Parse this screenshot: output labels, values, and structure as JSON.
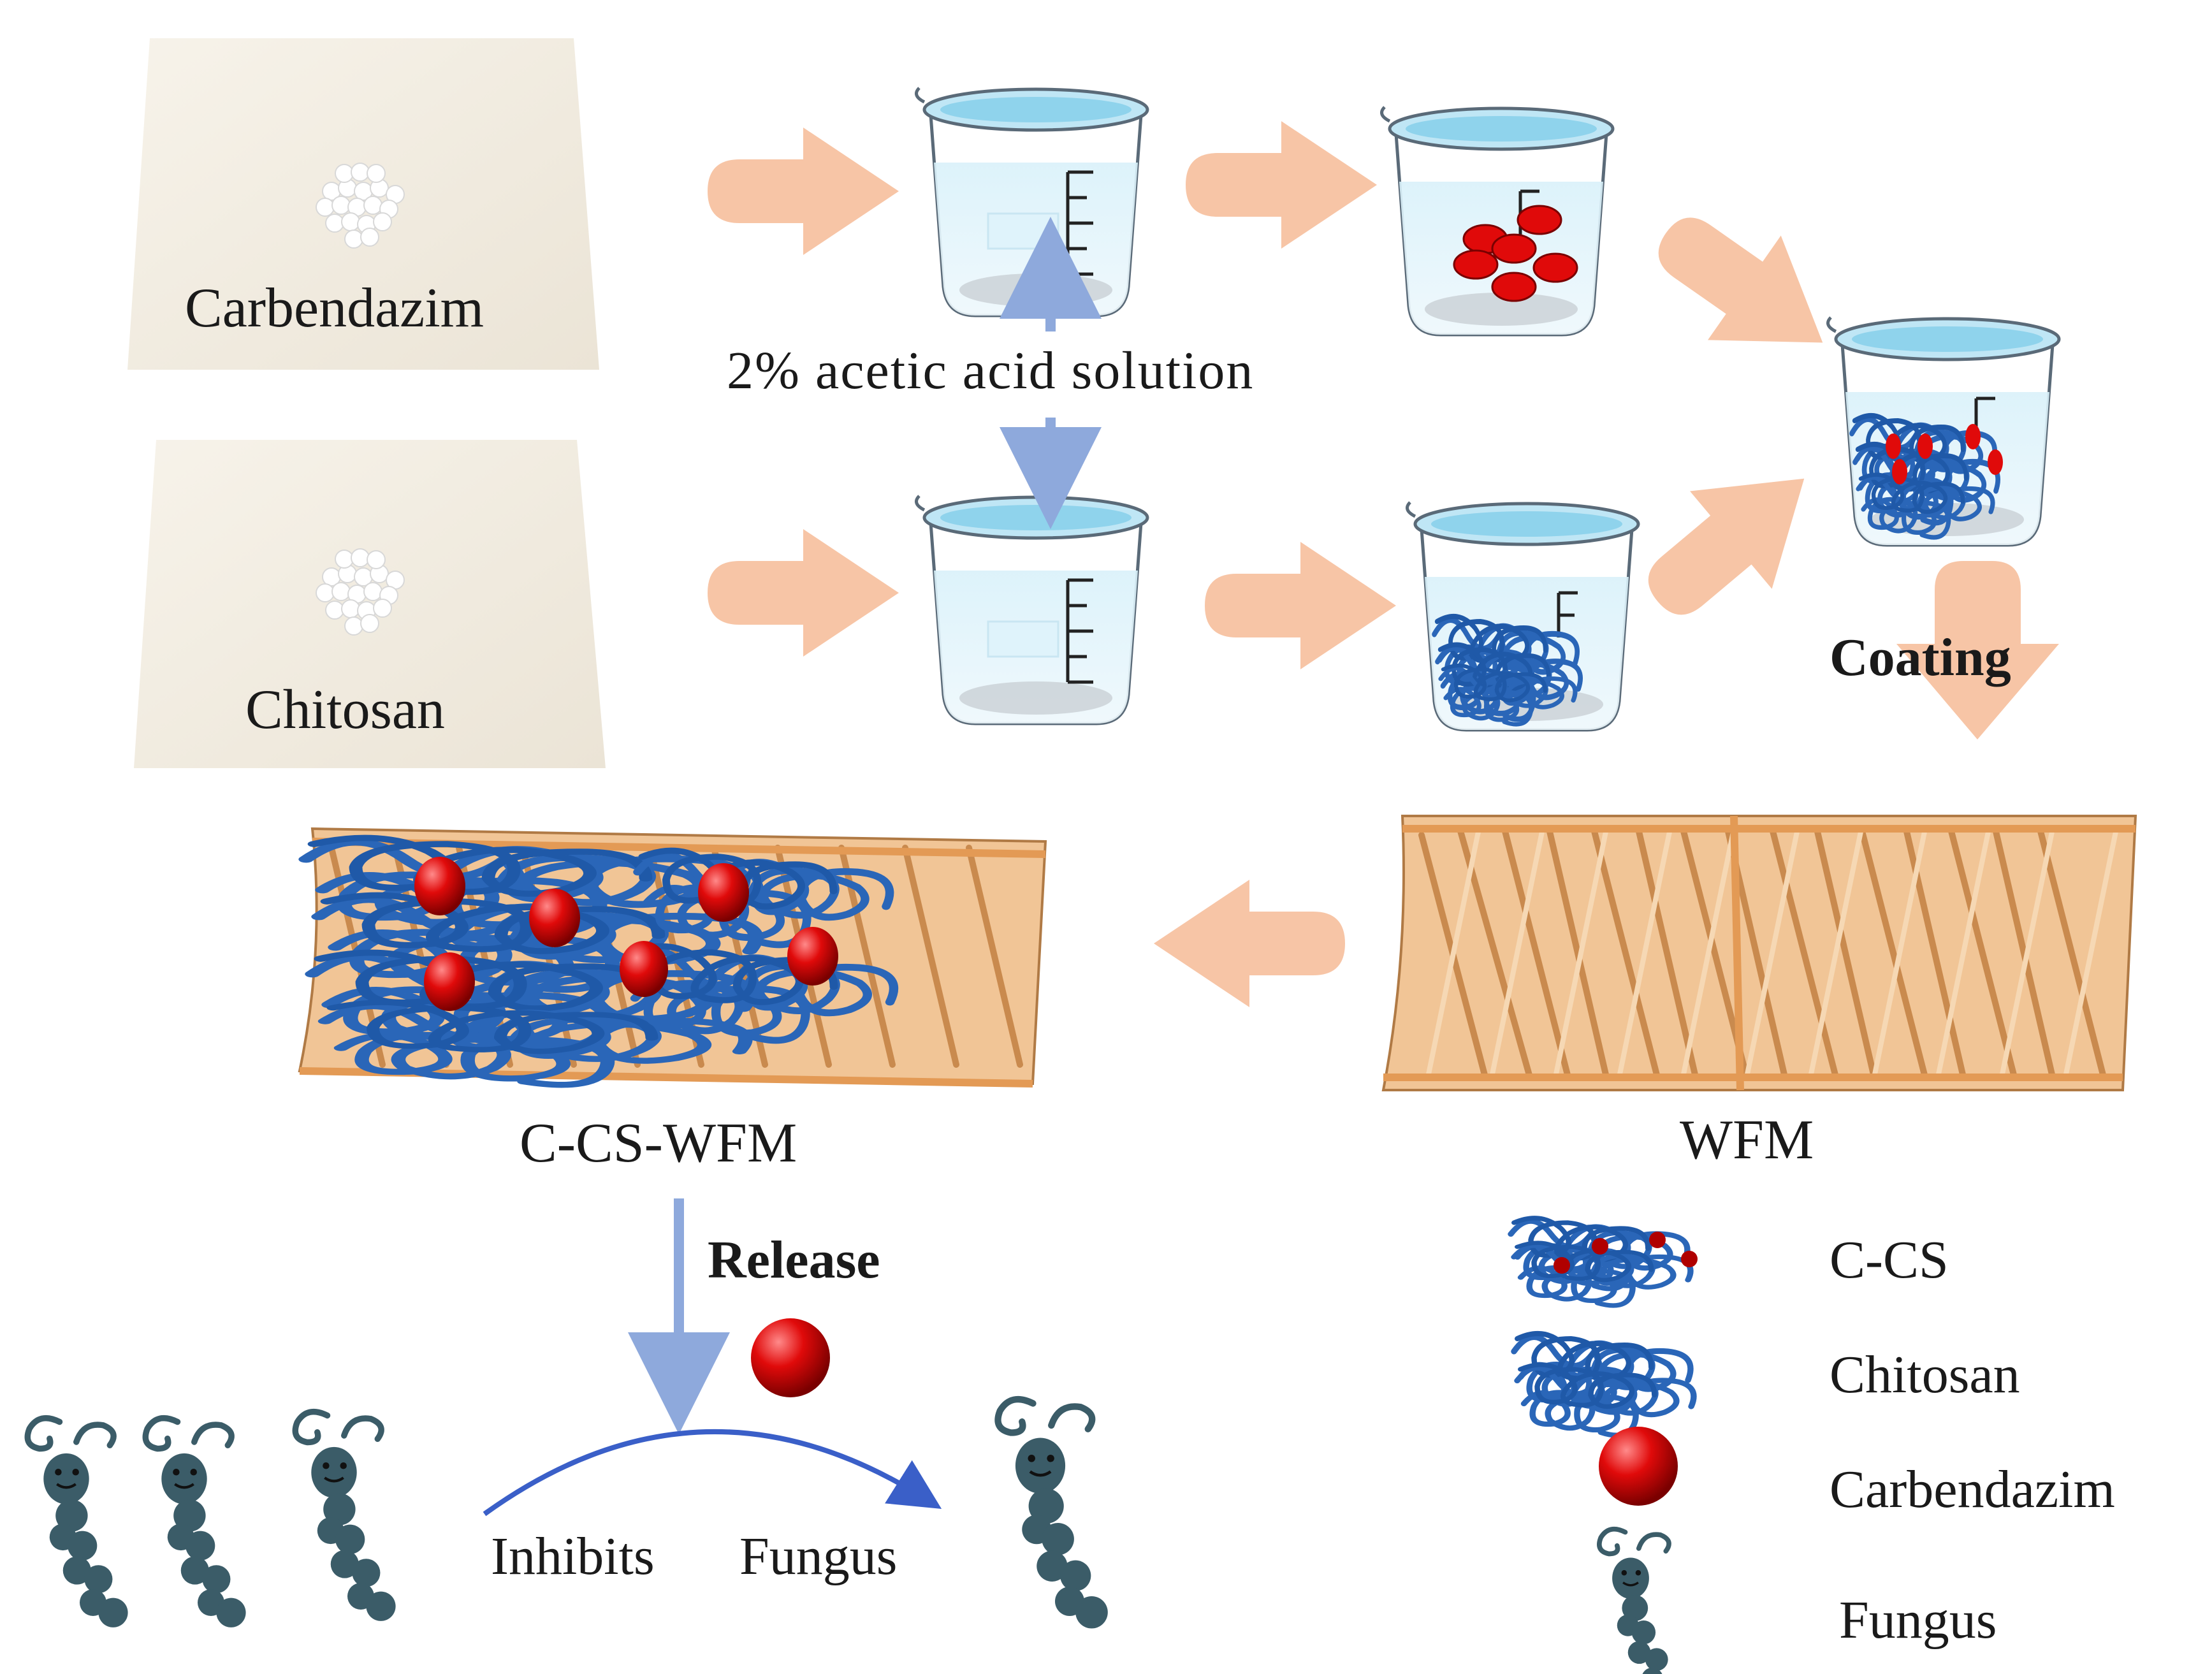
{
  "labels": {
    "carbendazim_powder": "Carbendazim",
    "chitosan_powder": "Chitosan",
    "acetic_acid": "2% acetic acid solution",
    "coating": "Coating",
    "c_cs_wfm": "C-CS-WFM",
    "wfm": "WFM",
    "release": "Release",
    "inhibits": "Inhibits",
    "fungus_action": "Fungus"
  },
  "legend": {
    "items": [
      {
        "key": "c-cs",
        "label": "C-CS"
      },
      {
        "key": "chitosan",
        "label": "Chitosan"
      },
      {
        "key": "carbendazim",
        "label": "Carbendazim"
      },
      {
        "key": "fungus",
        "label": "Fungus"
      }
    ]
  },
  "colors": {
    "arrow": "#f7c5a6",
    "blue_arrow": "#8ea9dc",
    "beaker_water": "#bfe6f5",
    "chitosan": "#2a66b8",
    "carbendazim": "#e00a0a",
    "wood": "#e7b27e",
    "fungus": "#3b5c68"
  }
}
